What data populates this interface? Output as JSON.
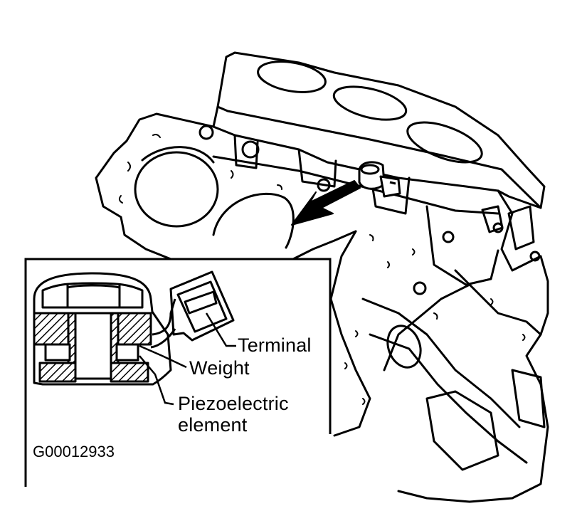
{
  "labels": {
    "terminal": "Terminal",
    "weight": "Weight",
    "piezo_line1": "Piezoelectric",
    "piezo_line2": "element"
  },
  "figure_code": "G00012933",
  "colors": {
    "ink": "#000000",
    "paper": "#ffffff"
  }
}
